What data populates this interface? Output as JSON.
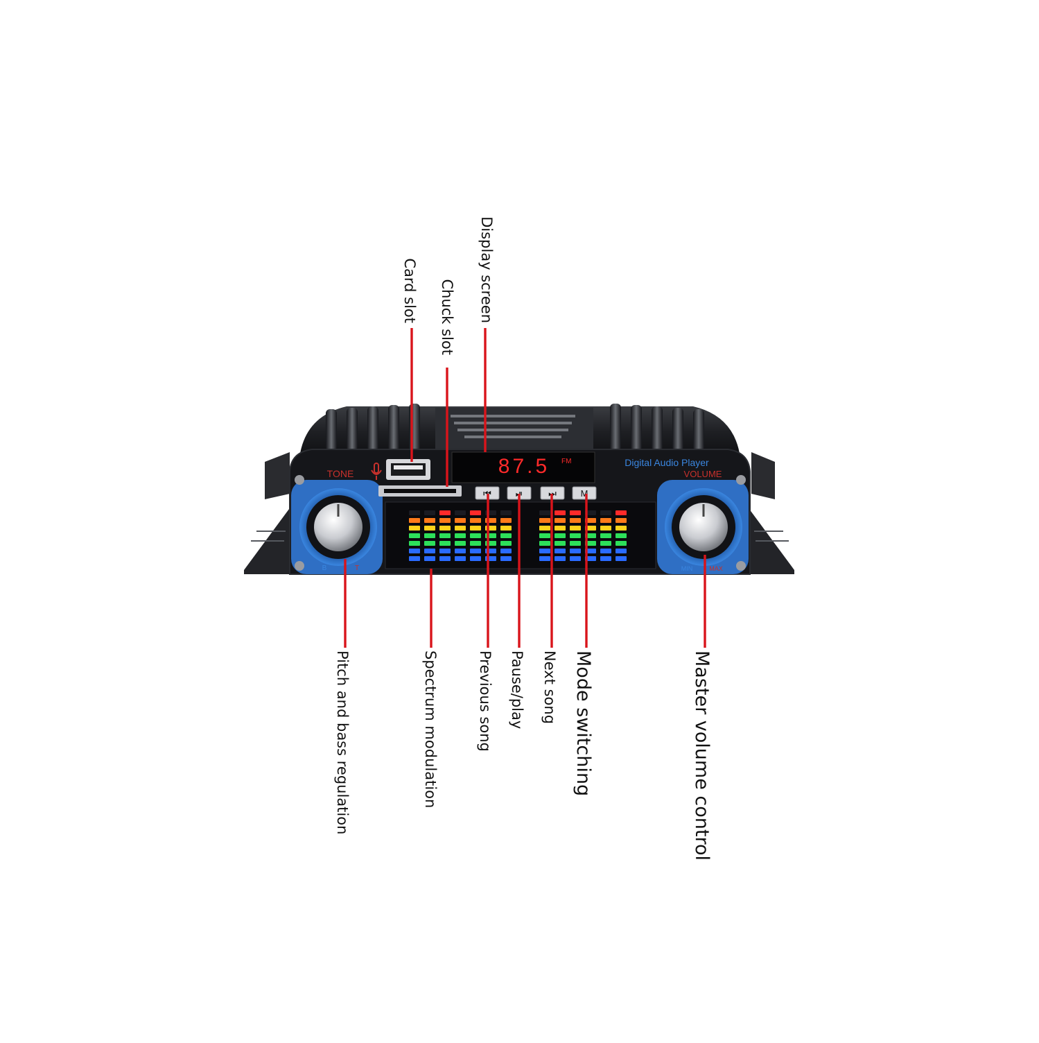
{
  "device": {
    "brand_label": "Digital Audio Player",
    "tone_label": "TONE",
    "volume_label": "VOLUME",
    "tone_bass_marker": "B",
    "tone_treble_marker": "T",
    "volume_min_marker": "MIN",
    "volume_max_marker": "MAX",
    "display_value": "87.5",
    "display_band": "FM",
    "buttons": [
      {
        "name": "previous-song-button",
        "symbol": "⏮"
      },
      {
        "name": "pause-play-button",
        "symbol": "⏯"
      },
      {
        "name": "next-song-button",
        "symbol": "⏭"
      },
      {
        "name": "mode-button",
        "symbol": "M"
      }
    ]
  },
  "callouts_top": [
    {
      "id": "card-slot",
      "label": "Card slot"
    },
    {
      "id": "chuck-slot",
      "label": "Chuck slot"
    },
    {
      "id": "display-screen",
      "label": "Display screen"
    }
  ],
  "callouts_bottom": [
    {
      "id": "pitch-bass",
      "label": "Pitch and bass regulation"
    },
    {
      "id": "spectrum",
      "label": "Spectrum modulation"
    },
    {
      "id": "previous-song",
      "label": "Previous song"
    },
    {
      "id": "pause-play",
      "label": "Pause/play"
    },
    {
      "id": "next-song",
      "label": "Next song"
    },
    {
      "id": "mode-switching",
      "label": "Mode switching"
    },
    {
      "id": "master-volume",
      "label": "Master volume control"
    }
  ],
  "colors": {
    "leader": "#d9141b",
    "body": "#1b1c1f",
    "knob_ring": "#2f6fc4",
    "led_red": "#ff2a2a",
    "led_orange": "#ff7a1a",
    "led_yellow": "#ffd21a",
    "led_green": "#2de05a",
    "led_blue": "#2a6bff"
  }
}
